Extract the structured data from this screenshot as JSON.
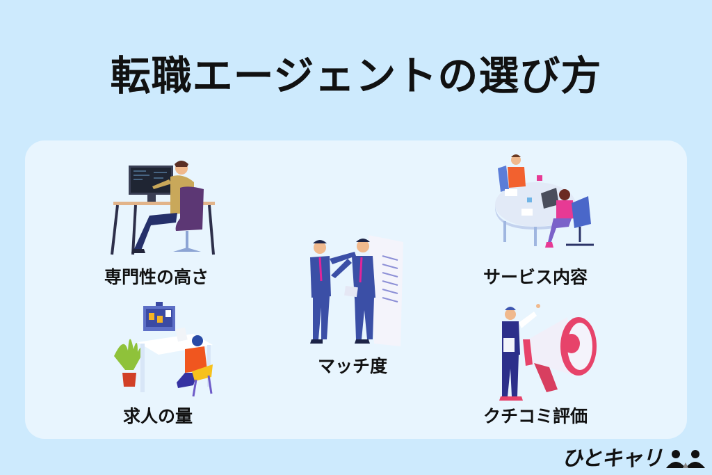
{
  "title": "転職エージェントの選び方",
  "colors": {
    "background": "#cdeafd",
    "panel": "#e8f5fe",
    "text": "#111111"
  },
  "items": [
    {
      "label": "専門性の高さ",
      "icon": "programmer-at-desk-illustration"
    },
    {
      "label": "求人の量",
      "icon": "video-call-desk-illustration"
    },
    {
      "label": "マッチ度",
      "icon": "handshake-contract-illustration"
    },
    {
      "label": "サービス内容",
      "icon": "meeting-table-illustration"
    },
    {
      "label": "クチコミ評価",
      "icon": "megaphone-man-illustration"
    }
  ],
  "logo": {
    "text": "ひとキャリ",
    "icon": "two-people-icon"
  }
}
